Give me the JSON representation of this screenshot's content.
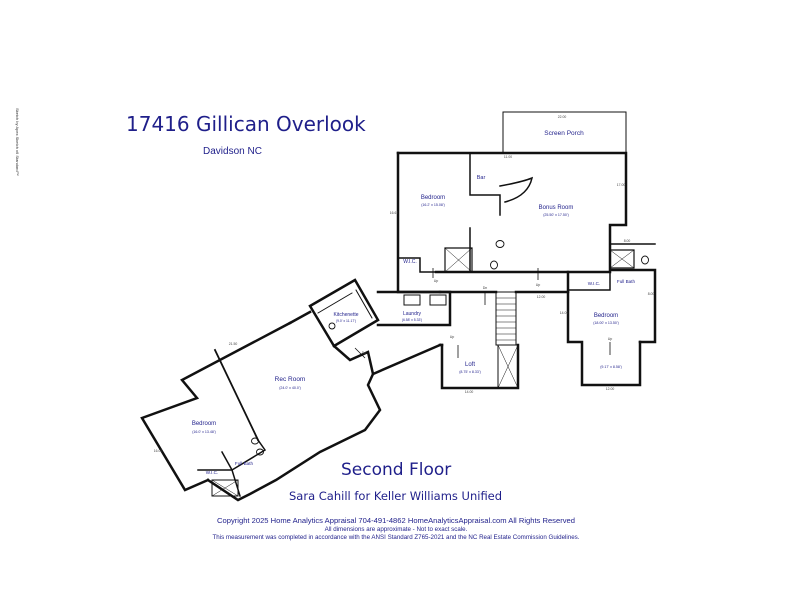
{
  "header": {
    "address": "17416 Gillican Overlook",
    "city": "Davidson NC"
  },
  "side_note": "Sketch by Apex Sketch v6 Standard™",
  "plan": {
    "floor_title": "Second Floor",
    "prepared_for": "Sara Cahill for Keller Williams Unified",
    "rooms": {
      "screen_porch": "Screen Porch",
      "bar": "Bar",
      "bedroom_top": "Bedroom",
      "bedroom_top_size": "(16.2' x 15.08')",
      "bonus_room": "Bonus Room",
      "bonus_room_size": "(25.50' x 17.50')",
      "wic_top": "W.I.C.",
      "kitchenette": "Kitchenette",
      "kitchenette_size": "(9.0' x 11.17')",
      "laundry": "Laundry",
      "laundry_size": "(6.58' x 5.33')",
      "full_bath_right": "Full Bath",
      "wic_right": "W.I.C.",
      "bedroom_right": "Bedroom",
      "bedroom_right_size": "(18.00' x 13.50')",
      "bedroom_right_alcove_size": "(9.17' x 8.58')",
      "loft": "Loft",
      "loft_size": "(8.75' x 8.33')",
      "rec_room": "Rec Room",
      "rec_room_size": "(24.0' x 40.0')",
      "bedroom_left": "Bedroom",
      "bedroom_left_size": "(16.0' x 13.48')",
      "full_bath_left": "Full Bath",
      "wic_left": "W.I.C."
    },
    "markers": {
      "up": "Up",
      "dn": "Dn"
    },
    "dimensions": {
      "porch_top": "22.00",
      "porch_side": "11.00",
      "main_right": "17.00",
      "main_left": "16.67",
      "bath_top": "8.00",
      "bath_side": "8.00",
      "bed_side": "14.00",
      "loft_bottom": "14.00",
      "alcove_bottom": "12.00",
      "stair_width": "12.00",
      "rec_top": "21.50",
      "rec_left": "16.00"
    }
  },
  "footer": {
    "copyright": "Copyright 2025 Home Analytics Appraisal  704-491-4862  HomeAnalyticsAppraisal.com All Rights Reserved",
    "disclaimer": "All dimensions are approximate - Not to exact scale.",
    "standard": "This measurement was completed in accordance with the ANSI Standard Z765-2021 and the NC Real Estate Commission Guidelines."
  },
  "colors": {
    "text_navy": "#1f1f8a",
    "wall": "#111111"
  }
}
